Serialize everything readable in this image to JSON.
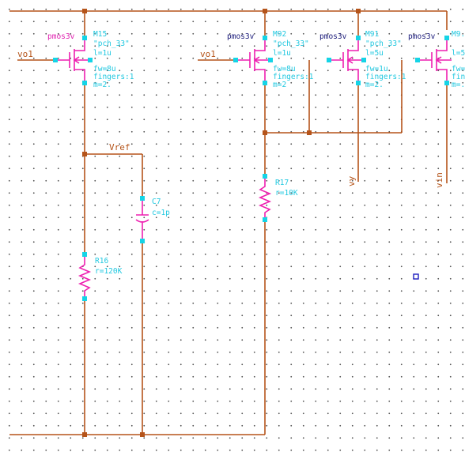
{
  "net_labels": {
    "vo1_left": "vo1",
    "vo1_mid": "vo1",
    "vref": "Vref",
    "vy": "vy",
    "vin": "vin"
  },
  "devices": {
    "m15": {
      "type": "pmos3v",
      "name": "M15",
      "model": "\"pch_33\"",
      "l": "l=1u",
      "fw": "fw=8u",
      "fingers": "fingers:1",
      "m": "m=2."
    },
    "m92": {
      "type": "pmos3v",
      "name": "M92",
      "model": "\"pch_33\"",
      "l": "l=1u",
      "fw": "fw=8u",
      "fingers": "fingers:1",
      "m": "m=2"
    },
    "m91": {
      "type": "pmos3v",
      "name": "M91",
      "model": "\"pch_33\"",
      "l": "l=5u",
      "fw": "fw=1u",
      "fingers": "fingers:1",
      "m": "m=2."
    },
    "m9x": {
      "type": "pmos3v",
      "name": "M9.",
      "l": "l=5",
      "fw": "fw=",
      "fingers": "fing",
      "m": "m=."
    },
    "c7": {
      "name": "C7",
      "value": "c=1p"
    },
    "r16": {
      "name": "R16",
      "value": "r=120K"
    },
    "r17": {
      "name": "R17",
      "value": "r=10K"
    }
  },
  "colors": {
    "wire": "#b5541a",
    "device": "#ee1fb0",
    "pin": "#15d4e6",
    "instance_label": "#20c8e0",
    "net_label": "#1a1a7a"
  }
}
